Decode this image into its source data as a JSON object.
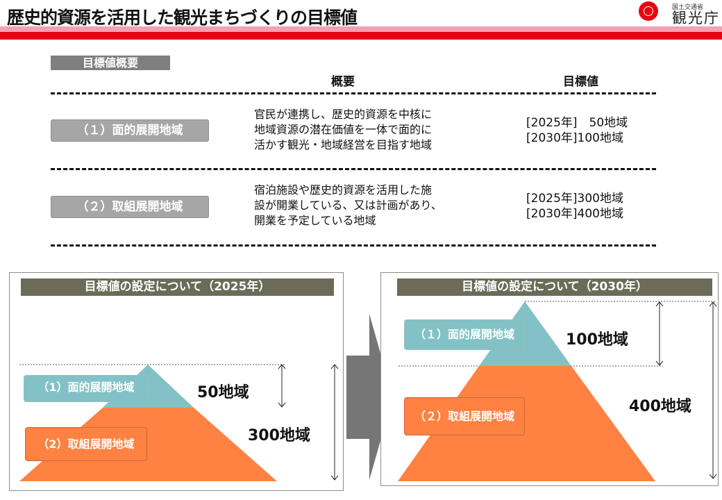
{
  "header": {
    "title": "歴史的資源を活用した観光まちづくりの目標値",
    "logo_sub": "国土交通省",
    "logo_main": "観光庁",
    "colors": {
      "accent_red": "#e60012",
      "accent_pink": "#f4a0b4"
    }
  },
  "summary": {
    "tag": "目標値概要",
    "columns": {
      "overview": "概要",
      "target": "目標値"
    },
    "rows": [
      {
        "label": "（１）面的展開地域",
        "desc": [
          "官民が連携し、歴史的資源を中核に",
          "地域資源の潜在価値を一体で面的に",
          "活かす観光・地域経営を目指す地域"
        ],
        "targets": [
          "[2025年]　50地域",
          "[2030年]100地域"
        ]
      },
      {
        "label": "（２）取組展開地域",
        "desc": [
          "宿泊施設や歴史的資源を活用した施",
          "設が開業している、又は計画があり、",
          "開業を予定している地域"
        ],
        "targets": [
          "[2025年]300地域",
          "[2030年]400地域"
        ]
      }
    ]
  },
  "panels": [
    {
      "header": "目標値の設定について（2025年）",
      "top_label": "（1）面的展開地域",
      "bottom_label": "（2）取組展開地域",
      "top_value": "50地域",
      "bottom_value": "300地域"
    },
    {
      "header": "目標値の設定について（2030年）",
      "top_label": "（１）面的展開地域",
      "bottom_label": "（２）取組展開地域",
      "top_value": "100地域",
      "bottom_value": "400地域"
    }
  ],
  "colors": {
    "teal": "#82c2c6",
    "orange": "#ff8242",
    "panel_header": "#6b6b58",
    "arrow": "#767676"
  },
  "icons": {
    "logo": "jta-logo-icon",
    "arrow": "arrow-right-icon"
  }
}
